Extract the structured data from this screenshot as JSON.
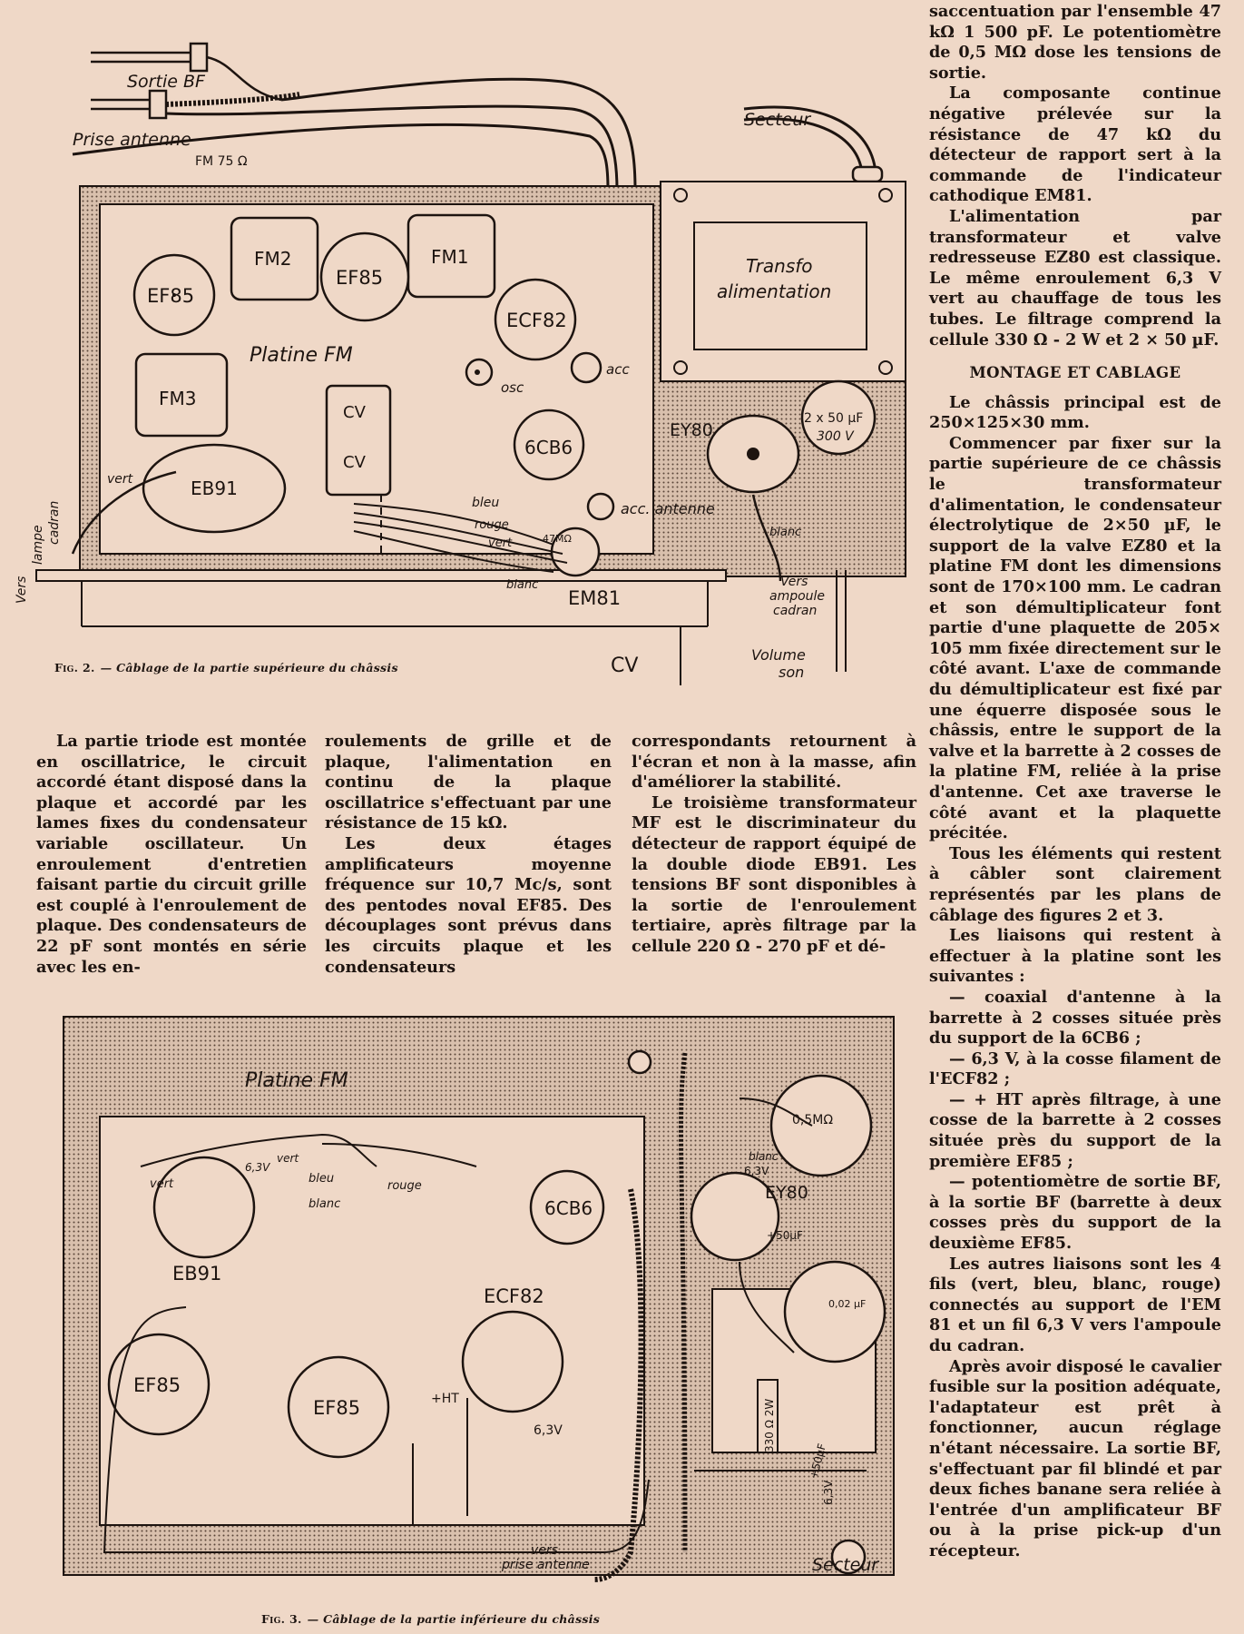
{
  "figure2": {
    "caption_no": "Fig. 2.",
    "caption_text": "— Câblage de la partie supérieure du châssis",
    "labels": {
      "sortie_bf": "Sortie BF",
      "prise_antenne": "Prise antenne",
      "fm75": "FM 75 Ω",
      "secteur": "Secteur",
      "transfo1": "Transfo",
      "transfo2": "alimentation",
      "fm2": "FM2",
      "fm1": "FM1",
      "fm3": "FM3",
      "ef85_a": "EF85",
      "ef85_b": "EF85",
      "ecf82": "ECF82",
      "platine": "Platine FM",
      "cv1": "CV",
      "cv2": "CV",
      "osc": "osc",
      "acc": "acc",
      "ecb6": "6CB6",
      "ey80": "EY80",
      "cap1": "2 x 50 µF",
      "cap2": "300 V",
      "eb91": "EB91",
      "vert": "vert",
      "bleu": "bleu",
      "rouge": "rouge",
      "vert2": "vert",
      "blanc": "blanc",
      "blanc2": "blanc",
      "res": "47MΩ",
      "acc_antenne": "acc. antenne",
      "em81": "EM81",
      "lampe1": "Vers",
      "lampe2": "lampe",
      "lampe3": "cadran",
      "ampoule1": "Vers",
      "ampoule2": "ampoule",
      "ampoule3": "cadran",
      "cv_bottom": "CV",
      "volume1": "Volume",
      "volume2": "son"
    }
  },
  "figure3": {
    "caption_no": "Fig. 3.",
    "caption_text": "— Câblage de la partie inférieure du châssis",
    "labels": {
      "platine": "Platine FM",
      "vert": "vert",
      "v63": "6,3V",
      "vert2": "vert",
      "bleu": "bleu",
      "blanc": "blanc",
      "rouge": "rouge",
      "eb91": "EB91",
      "ecb6": "6CB6",
      "ecf82": "ECF82",
      "ef85_a": "EF85",
      "ef85_b": "EF85",
      "ht": "+HT",
      "v63b": "6,3V",
      "pot": "0,5MΩ",
      "blanc3": "blanc",
      "v63c": "6,3V",
      "ey80": "EY80",
      "cap": "+50µF",
      "c002": "0,02 µF",
      "res": "330 Ω 2W",
      "cap2": "+50µF",
      "v63d": "6,3V",
      "prise1": "vers",
      "prise2": "prise antenne",
      "secteur": "Secteur"
    }
  },
  "text": {
    "top_right": [
      "saccentuation par l'ensemble 47 kΩ 1 500 pF. Le potentiomètre de 0,5 MΩ dose les tensions de sortie.",
      "La composante continue négative prélevée sur la résistance de 47 kΩ du détecteur de rapport sert à la commande de l'indicateur cathodique EM81.",
      "L'alimentation par transformateur et valve redresseuse EZ80 est classique. Le même enroulement 6,3 V vert au chauffage de tous les tubes. Le filtrage comprend la cellule 330 Ω - 2 W et 2 × 50 µF."
    ],
    "heading": "MONTAGE ET CABLAGE",
    "right_body": [
      "Le châssis principal est de 250×125×30 mm.",
      "Commencer par fixer sur la partie supérieure de ce châssis le transformateur d'alimentation, le condensateur électrolytique de 2×50 µF, le support de la valve EZ80 et la platine FM dont les dimensions sont de 170×100 mm. Le cadran et son démultiplicateur font partie d'une plaquette de 205× 105 mm fixée directement sur le côté avant. L'axe de commande du démultiplicateur est fixé par une équerre disposée sous le châssis, entre le support de la valve et la barrette à 2 cosses de la platine FM, reliée à la prise d'antenne. Cet axe traverse le côté avant et la plaquette précitée.",
      "Tous les éléments qui restent à câbler sont clairement représentés par les plans de câblage des figures 2 et 3.",
      "Les liaisons qui restent à effectuer à la platine sont les suivantes :",
      "— coaxial d'antenne à la barrette à 2 cosses située près du support de la 6CB6 ;",
      "— 6,3 V, à la cosse filament de l'ECF82 ;",
      "— + HT après filtrage, à une cosse de la barrette à 2 cosses située près du support de la première EF85 ;",
      "— potentiomètre de sortie BF, à la sortie BF (barrette à deux cosses près du support de la deuxième EF85.",
      "Les autres liaisons sont les 4 fils (vert, bleu, blanc, rouge) connectés au support de l'EM 81 et un fil 6,3 V vers l'ampoule du cadran.",
      "Après avoir disposé le cavalier fusible sur la position adéquate, l'adaptateur est prêt à fonctionner, aucun réglage n'étant nécessaire. La sortie BF, s'effectuant par fil blindé et par deux fiches banane sera reliée à l'entrée d'un amplificateur BF ou à la prise pick-up d'un récepteur."
    ],
    "col1": "La partie triode est montée en oscillatrice, le circuit accordé étant disposé dans la plaque et accordé par les lames fixes du condensateur variable oscillateur. Un enroulement d'entretien faisant partie du circuit grille est couplé à l'enroulement de plaque. Des condensateurs de 22 pF sont montés en série avec les en-",
    "col2": [
      "roulements de grille et de plaque, l'alimentation en continu de la plaque oscillatrice s'effectuant par une résistance de 15 kΩ.",
      "Les deux étages amplificateurs moyenne fréquence sur 10,7 Mc/s, sont des pentodes noval EF85. Des découplages sont prévus dans les circuits plaque et les condensateurs"
    ],
    "col3": [
      "correspondants retournent à l'écran et non à la masse, afin d'améliorer la stabilité.",
      "Le troisième transformateur MF est le discriminateur du détecteur de rapport équipé de la double diode EB91. Les tensions BF sont disponibles à la sortie de l'enroulement tertiaire, après filtrage par la cellule 220 Ω - 270 pF et dé-"
    ]
  }
}
